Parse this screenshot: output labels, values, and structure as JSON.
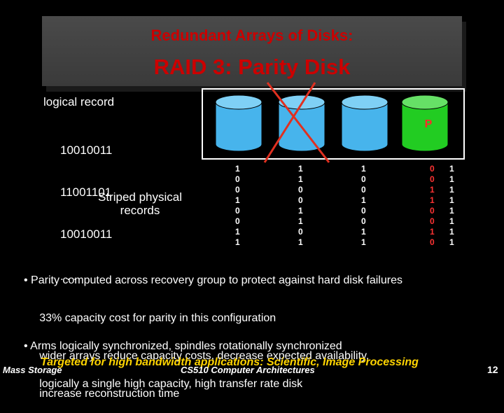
{
  "title": {
    "line1": "Redundant Arrays of Disks:",
    "line2": "RAID 3: Parity Disk"
  },
  "left": {
    "logical_record_label": "logical record",
    "bits": [
      "10010011",
      "11001101",
      "10010011",
      ". . ."
    ],
    "striped_label": "Striped physical\nrecords"
  },
  "disks": {
    "parity_label": "P",
    "colors": {
      "disk": "#47b4ec",
      "parity": "#22cc22",
      "cross": "#e03020"
    },
    "columns": [
      [
        "1",
        "0",
        "0",
        "1",
        "0",
        "0",
        "1",
        "1"
      ],
      [
        "1",
        "1",
        "0",
        "0",
        "1",
        "1",
        "0",
        "1"
      ],
      [
        "1",
        "0",
        "0",
        "1",
        "0",
        "0",
        "1",
        "1"
      ],
      [
        "0",
        "0",
        "1",
        "1",
        "0",
        "0",
        "1",
        "0"
      ],
      [
        "1",
        "1",
        "1",
        "1",
        "1",
        "1",
        "1",
        "1"
      ]
    ]
  },
  "bullets": {
    "b1_line1": "• Parity computed across recovery group to protect against hard disk failures",
    "b1_line2": "     33% capacity cost for parity in this configuration",
    "b1_line3": "     wider arrays reduce capacity costs, decrease expected availability,",
    "b1_line4": "     increase reconstruction time",
    "b2_line1": "• Arms logically synchronized, spindles rotationally synchronized",
    "b2_line2": "     logically a single high capacity, high transfer rate disk"
  },
  "footer": {
    "targeted": "Targeted for high bandwidth applications: Scientific, Image Processing",
    "left": "Mass Storage",
    "mid": "CS510 Computer Architectures",
    "page": "12"
  }
}
